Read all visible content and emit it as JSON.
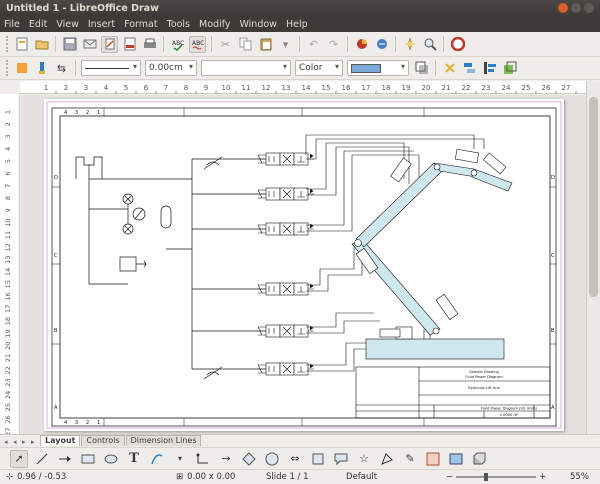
{
  "window": {
    "title": "Untitled 1 - LibreOffice Draw"
  },
  "menu": [
    "File",
    "Edit",
    "View",
    "Insert",
    "Format",
    "Tools",
    "Modify",
    "Window",
    "Help"
  ],
  "toolbar": {
    "line_width": "0.00cm",
    "area_style": "Color",
    "icons": [
      "new-icon",
      "open-icon",
      "save-icon",
      "email-icon",
      "edit-file-icon",
      "export-pdf-icon",
      "print-icon",
      "spellcheck-icon",
      "autospell-icon",
      "cut-icon",
      "copy-icon",
      "paste-icon",
      "clone-formatting-icon",
      "undo-icon",
      "redo-icon",
      "chart-icon",
      "hyperlink-icon",
      "navigator-icon",
      "zoom-icon",
      "help-icon"
    ]
  },
  "drawing": {
    "title_block": {
      "line1": "Sample Drawing",
      "line2": "Fluid Power Diagram",
      "line3": "Hydraulic Lift Arm",
      "line4": "Fluid Power Diagram (US Units)",
      "sheet": "1.0000 OF"
    },
    "zones_top": [
      "4",
      "3",
      "2",
      "1"
    ],
    "zones_side": [
      "D",
      "C",
      "B",
      "A"
    ],
    "zones_bottom": [
      "4",
      "3",
      "2",
      "1"
    ]
  },
  "tabs": [
    "Layout",
    "Controls",
    "Dimension Lines"
  ],
  "status": {
    "position": "0.96 / -0.53",
    "size": "0.00 x 0.00",
    "slide": "Slide 1 / 1",
    "master": "Default",
    "zoom": "55%"
  },
  "ruler_h": [
    "1",
    "2",
    "3",
    "4",
    "5",
    "6",
    "7",
    "8",
    "9",
    "10",
    "11",
    "12",
    "13",
    "14",
    "15",
    "16",
    "17",
    "18",
    "19",
    "20",
    "21",
    "22",
    "23",
    "24",
    "25",
    "26",
    "27"
  ],
  "ruler_v": [
    "1",
    "2",
    "3",
    "4",
    "5",
    "6",
    "7",
    "8",
    "9",
    "10",
    "11",
    "12",
    "13",
    "14",
    "15",
    "16",
    "17",
    "18",
    "19",
    "20",
    "21",
    "22",
    "23",
    "24",
    "25",
    "26",
    "27"
  ]
}
